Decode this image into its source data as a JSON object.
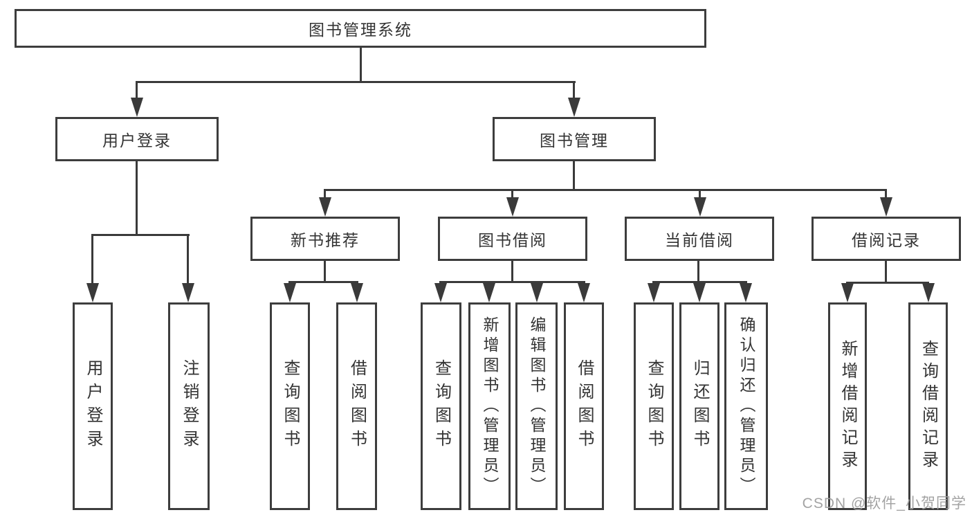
{
  "title": "图书管理系统",
  "watermark": "CSDN @软件_小贺同学",
  "colors": {
    "line": "#3a3a3a",
    "border": "#3d3d3d",
    "text": "#333333",
    "watermark": "#9e9e9e",
    "background": "#ffffff"
  },
  "tree": {
    "root": "图书管理系统",
    "branches": [
      {
        "label": "用户登录",
        "children": [
          "用户登录",
          "注销登录"
        ]
      },
      {
        "label": "图书管理",
        "children": [
          {
            "label": "新书推荐",
            "children": [
              "查询图书",
              "借阅图书"
            ]
          },
          {
            "label": "图书借阅",
            "children": [
              "查询图书",
              "新增图书（管理员）",
              "编辑图书（管理员）",
              "借阅图书"
            ]
          },
          {
            "label": "当前借阅",
            "children": [
              "查询图书",
              "归还图书",
              "确认归还（管理员）"
            ]
          },
          {
            "label": "借阅记录",
            "children": [
              "新增借阅记录",
              "查询借阅记录"
            ]
          }
        ]
      }
    ]
  }
}
